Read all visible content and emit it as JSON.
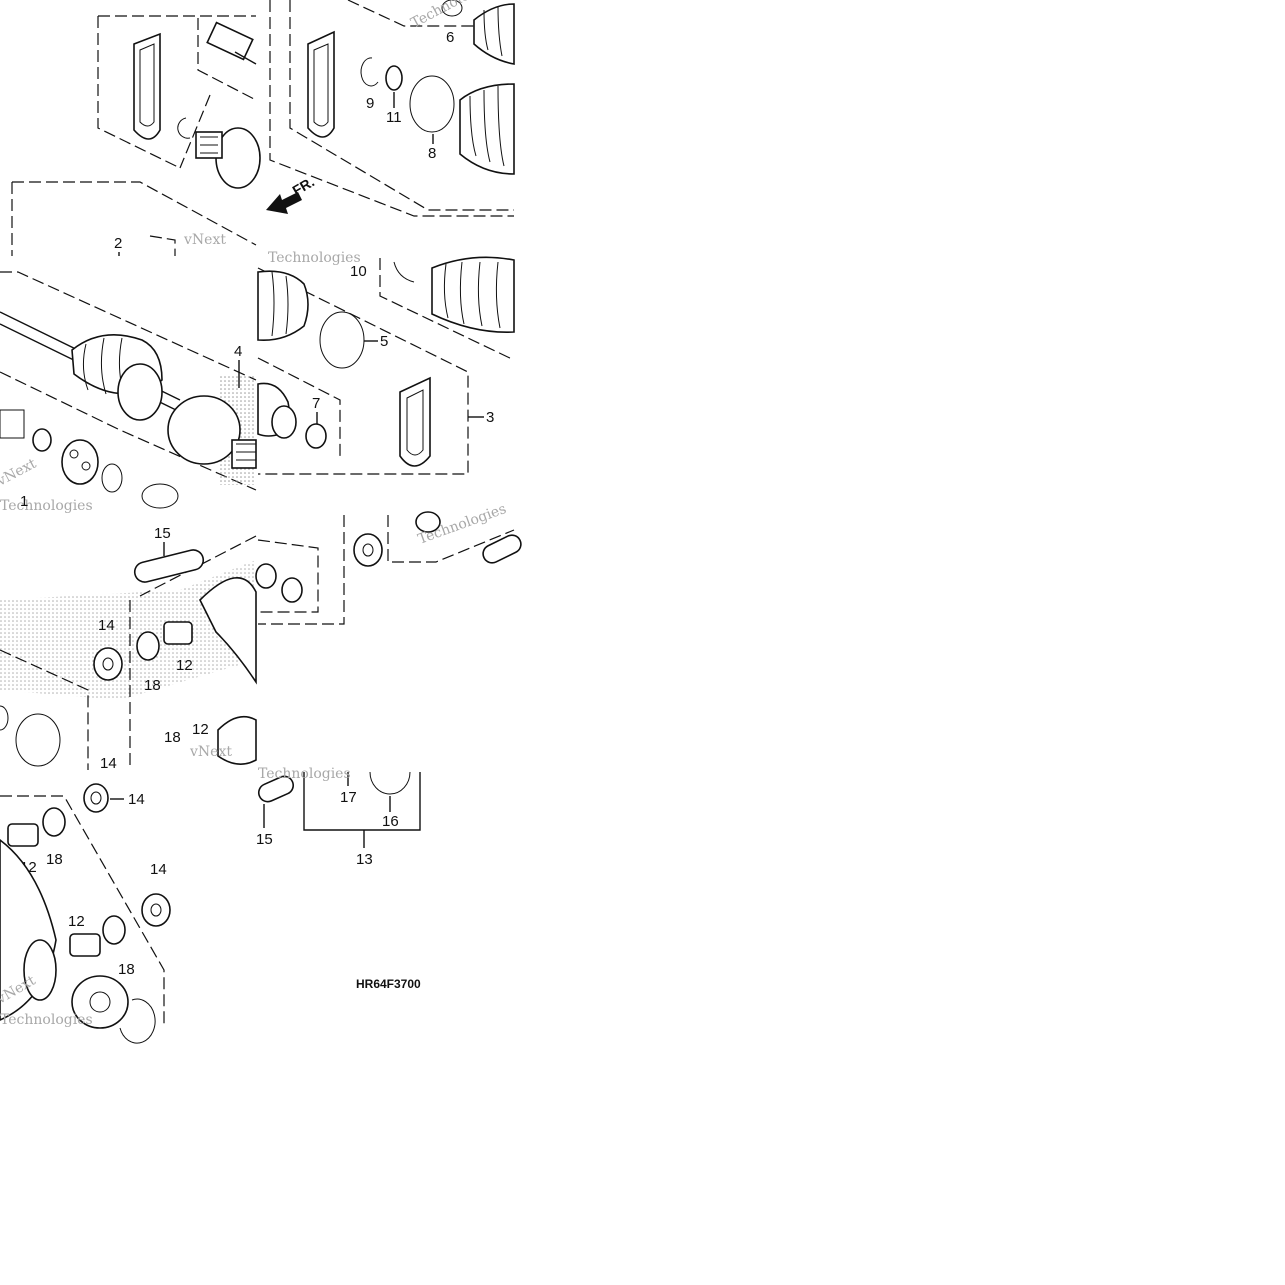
{
  "diagram": {
    "drawing_code": "HR64F3700",
    "direction_label": "FR.",
    "watermark_lines": [
      "vNext",
      "Technologies"
    ],
    "callouts": [
      "1",
      "2",
      "3",
      "4",
      "5",
      "6",
      "7",
      "8",
      "9",
      "10",
      "11",
      "12",
      "13",
      "14",
      "15",
      "16",
      "17",
      "18"
    ]
  },
  "colors": {
    "line": "#111111",
    "stipple": "#9a9a9a",
    "watermark": "#a8a8a8"
  },
  "icons": {
    "direction": "front-direction-arrow-icon"
  }
}
